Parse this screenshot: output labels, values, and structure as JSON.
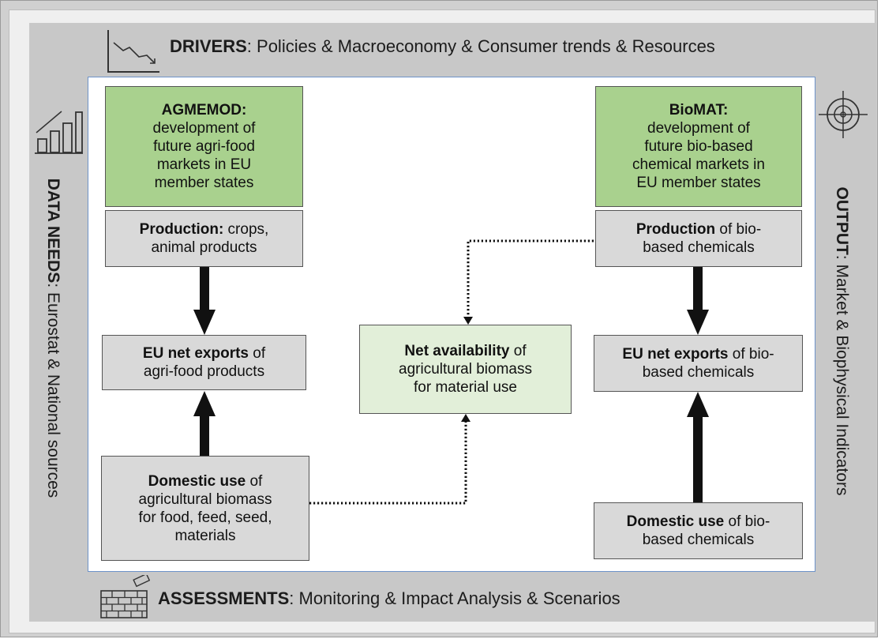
{
  "bands": {
    "top": {
      "bold": "DRIVERS",
      "rest": ": Policies & Macroeconomy & Consumer trends & Resources"
    },
    "bottom": {
      "bold": "ASSESSMENTS",
      "rest": ":  Monitoring  & Impact Analysis  &  Scenarios"
    },
    "left": {
      "bold": "DATA NEEDS",
      "rest": ": Eurostat  & National sources"
    },
    "right": {
      "bold": "OUTPUT",
      "rest": ": Market  &  Biophysical Indicators"
    }
  },
  "boxes": {
    "agmemod": {
      "bold": "AGMEMOD:",
      "lines": [
        "development of",
        "future agri-food",
        "markets in EU",
        "member states"
      ]
    },
    "biomat": {
      "bold": "BioMAT:",
      "lines": [
        "development of",
        "future bio-based",
        "chemical markets in",
        "EU member states"
      ]
    },
    "prod_agri": {
      "bold": "Production:",
      "rest1": " crops,",
      "line2": "animal products"
    },
    "prod_bio": {
      "bold": "Production",
      "rest1": " of bio-",
      "line2": "based chemicals"
    },
    "exports_agri": {
      "bold": "EU net exports",
      "rest1": " of",
      "line2": "agri-food products"
    },
    "exports_bio": {
      "bold": "EU net exports",
      "rest1": " of bio-",
      "line2": "based chemicals"
    },
    "net_avail": {
      "bold": "Net availability",
      "rest1": " of",
      "line2": "agricultural biomass",
      "line3": "for material use"
    },
    "dom_agri": {
      "bold": "Domestic use",
      "rest1": " of",
      "line2": "agricultural biomass",
      "line3": "for food, feed, seed,",
      "line4": "materials"
    },
    "dom_bio": {
      "bold": "Domestic use",
      "rest1": " of bio-",
      "line2": "based chemicals"
    }
  },
  "icons": {
    "top": "declining-chart-icon",
    "left": "bar-chart-icon",
    "right": "target-icon",
    "bottom": "brick-wall-icon"
  },
  "colors": {
    "green": "#a9d18e",
    "light_green": "#e2efd9",
    "grey": "#d9d9d9",
    "band": "#c8c8c8"
  }
}
